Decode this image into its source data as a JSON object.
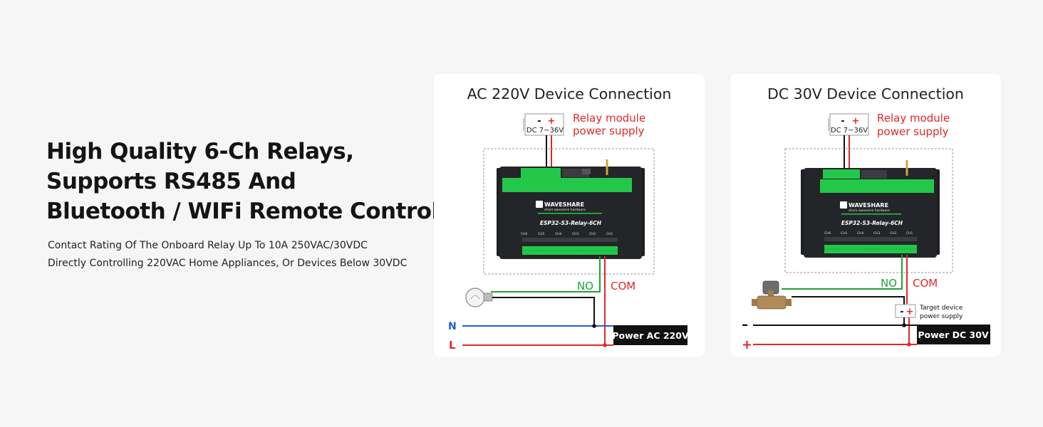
{
  "headline": {
    "line1": "High Quality 6-Ch Relays,",
    "line2": "Supports RS485 And",
    "line3": "Bluetooth / WIFi Remote Control"
  },
  "subline": {
    "line1": "Contact Rating Of The Onboard Relay Up To 10A 250VAC/30VDC",
    "line2": "Directly Controlling 220VAC Home Appliances, Or Devices Below 30VDC"
  },
  "colors": {
    "red_wire": "#e0282a",
    "green_wire": "#1ea338",
    "blue_wire": "#1f5fd6",
    "black_wire": "#111111",
    "terminal_green": "#23c84a"
  },
  "ac_card": {
    "title": "AC 220V Device Connection",
    "supply_minus": "-",
    "supply_plus": "+",
    "supply_range": "DC 7~36V",
    "supply_label_line1": "Relay module",
    "supply_label_line2": "power supply",
    "board_brand": "WAVESHARE",
    "board_tagline": "share awesome hardware",
    "board_model": "ESP32-S3-Relay-6CH",
    "channels": [
      "CH6",
      "CH5",
      "CH4",
      "CH3",
      "CH2",
      "CH1"
    ],
    "no_label": "NO",
    "com_label": "COM",
    "n_label": "N",
    "l_label": "L",
    "power_label": "Power AC 220V",
    "load_icon": "light-bulb-icon"
  },
  "dc_card": {
    "title": "DC 30V Device Connection",
    "supply_minus": "-",
    "supply_plus": "+",
    "supply_range": "DC 7~36V",
    "supply_label_line1": "Relay module",
    "supply_label_line2": "power supply",
    "board_brand": "WAVESHARE",
    "board_tagline": "share awesome hardware",
    "board_model": "ESP32-S3-Relay-6CH",
    "channels": [
      "CH6",
      "CH5",
      "CH4",
      "CH3",
      "CH2",
      "CH1"
    ],
    "no_label": "NO",
    "com_label": "COM",
    "target_minus": "-",
    "target_plus": "+",
    "target_label_line1": "Target device",
    "target_label_line2": "power supply",
    "minus_label": "–",
    "plus_label": "+",
    "power_label": "Power DC 30V",
    "load_icon": "solenoid-valve-icon"
  }
}
